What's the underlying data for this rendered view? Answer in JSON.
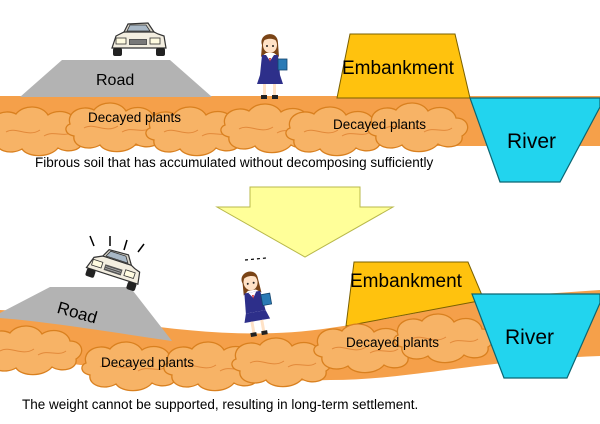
{
  "before": {
    "road_label": "Road",
    "embankment_label": "Embankment",
    "river_label": "River",
    "plants_left_label": "Decayed plants",
    "plants_right_label": "Decayed plants",
    "caption": "Fibrous soil that has accumulated without decomposing sufficiently"
  },
  "after": {
    "road_label": "Road",
    "embankment_label": "Embankment",
    "river_label": "River",
    "plants_left_label": "Decayed plants",
    "plants_right_label": "Decayed plants",
    "caption": "The weight cannot be supported, resulting in long-term settlement."
  },
  "colors": {
    "soil_orange": "#f5a04a",
    "road_gray": "#b3b3b3",
    "embankment_yellow": "#ffc20e",
    "river_cyan": "#22d4ee",
    "arrow_yellow": "#ffff99"
  },
  "icons": [
    "car-icon",
    "schoolgirl-icon",
    "down-arrow-icon",
    "shake-lines-icon"
  ]
}
